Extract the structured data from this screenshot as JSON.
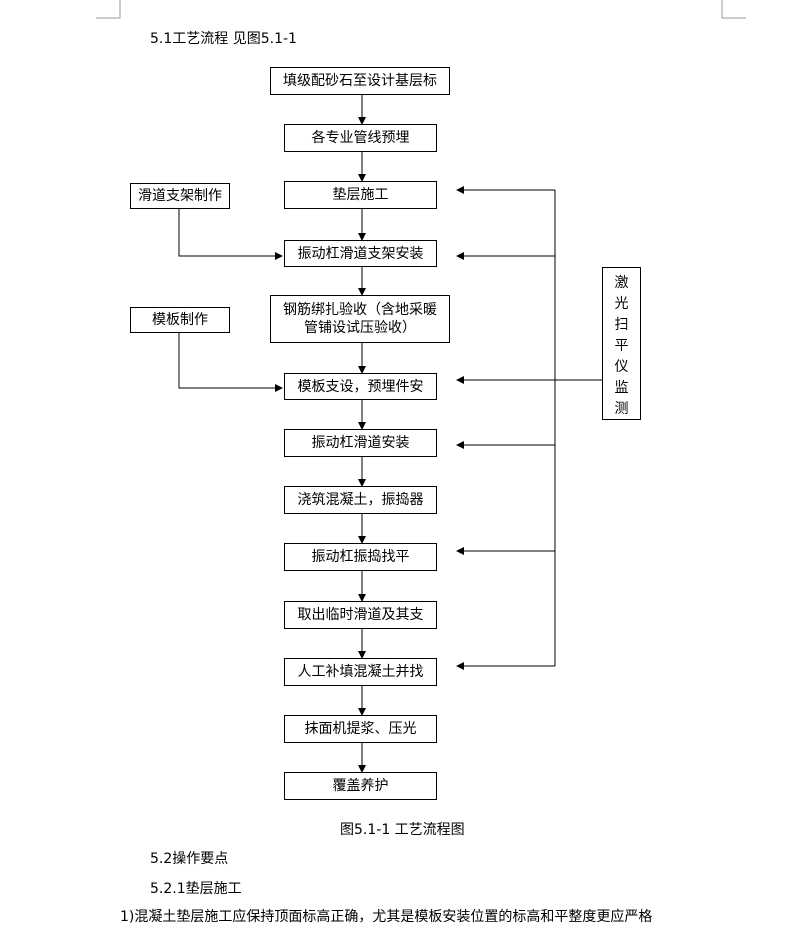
{
  "heading_51": "5.1工艺流程 见图5.1-1",
  "flow": {
    "steps": [
      "填级配砂石至设计基层标",
      "各专业管线预埋",
      "垫层施工",
      "振动杠滑道支架安装",
      "钢筋绑扎验收（含地采暖管铺设试压验收）",
      "模板支设，预埋件安",
      "振动杠滑道安装",
      "浇筑混凝土，振捣器",
      "振动杠振捣找平",
      "取出临时滑道及其支",
      "人工补填混凝土并找",
      "抹面机提浆、压光",
      "覆盖养护"
    ],
    "side_box_1": "滑道支架制作",
    "side_box_2": "模板制作",
    "laser_box": "激光扫平仪监测",
    "caption": "图5.1-1 工艺流程图"
  },
  "heading_52": "5.2操作要点",
  "heading_521": "5.2.1垫层施工",
  "paragraph_1": "1)混凝土垫层施工应保持顶面标高正确，尤其是模板安装位置的标高和平整度更应严格"
}
